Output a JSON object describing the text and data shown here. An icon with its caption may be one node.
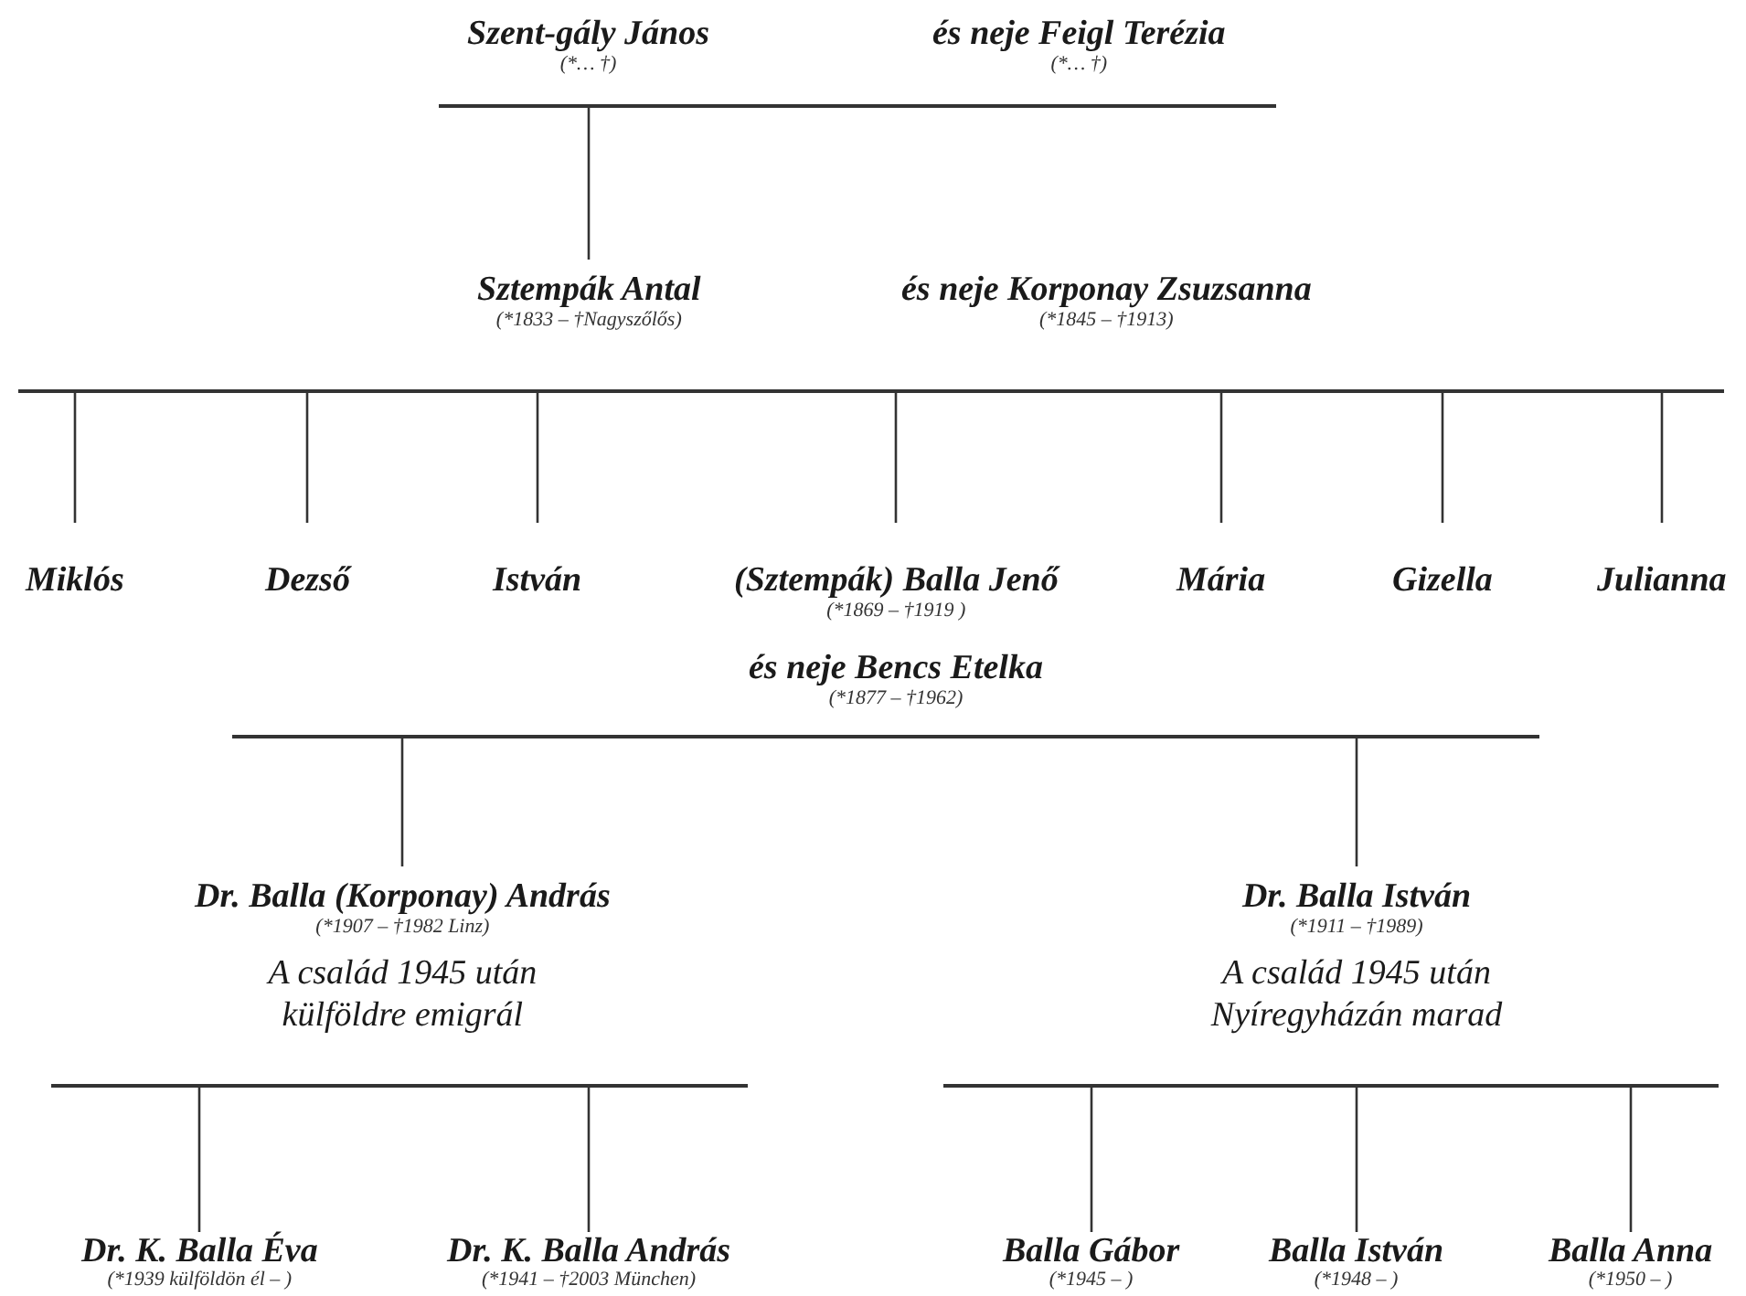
{
  "diagram": {
    "nodes": [
      {
        "text": [
          "Szent-gály János",
          "(*… †)"
        ]
      },
      {
        "text": [
          "és neje Feigl Terézia",
          "(*… †)"
        ]
      },
      {
        "text": [],
        "shape": "bar"
      },
      {
        "text": [
          "Sztempák Antal",
          "(*1833 – †Nagyszőlős)"
        ]
      },
      {
        "text": [
          "és neje Korponay Zsuzsanna",
          "(*1845 – †1913)"
        ]
      },
      {
        "text": [],
        "shape": "bar"
      },
      {
        "text": [
          "Miklós"
        ]
      },
      {
        "text": [
          "Dezső"
        ]
      },
      {
        "text": [
          "István"
        ]
      },
      {
        "text": [
          "(Sztempák) Balla Jenő",
          "(*1869 – †1919 )"
        ]
      },
      {
        "text": [
          "Mária"
        ]
      },
      {
        "text": [
          "Gizella"
        ]
      },
      {
        "text": [
          "Julianna"
        ]
      },
      {
        "text": [
          "és neje Bencs Etelka",
          "(*1877 – †1962)"
        ]
      },
      {
        "text": [],
        "shape": "bar"
      },
      {
        "text": [
          "Dr. Balla (Korponay) András",
          "(*1907 – †1982 Linz)",
          "A család 1945 után külföldre emigrál"
        ]
      },
      {
        "text": [
          "Dr. Balla István",
          "(*1911 – †1989)",
          "A család 1945 után Nyíregyházán marad"
        ]
      },
      {
        "text": [],
        "shape": "bar"
      },
      {
        "text": [],
        "shape": "bar"
      },
      {
        "text": [
          "Dr. K. Balla Éva",
          "(*1939 külföldön él – )"
        ]
      },
      {
        "text": [
          "Dr. K. Balla András",
          "(*1941 – †2003 München)"
        ]
      },
      {
        "text": [
          "Balla Gábor",
          "(*1945 – )"
        ]
      },
      {
        "text": [
          "Balla István",
          "(*1948 – )"
        ]
      },
      {
        "text": [
          "Balla Anna",
          "(*1950 – )"
        ]
      }
    ],
    "edges": [
      {
        "from": 2,
        "to": 3,
        "arrow": "none"
      },
      {
        "from": 5,
        "to": 6,
        "arrow": "none"
      },
      {
        "from": 5,
        "to": 7,
        "arrow": "none"
      },
      {
        "from": 5,
        "to": 8,
        "arrow": "none"
      },
      {
        "from": 5,
        "to": 9,
        "arrow": "none"
      },
      {
        "from": 5,
        "to": 10,
        "arrow": "none"
      },
      {
        "from": 5,
        "to": 11,
        "arrow": "none"
      },
      {
        "from": 5,
        "to": 12,
        "arrow": "none"
      },
      {
        "from": 14,
        "to": 15,
        "arrow": "none"
      },
      {
        "from": 14,
        "to": 16,
        "arrow": "none"
      },
      {
        "from": 17,
        "to": 19,
        "arrow": "none"
      },
      {
        "from": 17,
        "to": 20,
        "arrow": "none"
      },
      {
        "from": 18,
        "to": 21,
        "arrow": "none"
      },
      {
        "from": 18,
        "to": 22,
        "arrow": "none"
      },
      {
        "from": 18,
        "to": 23,
        "arrow": "none"
      }
    ]
  }
}
